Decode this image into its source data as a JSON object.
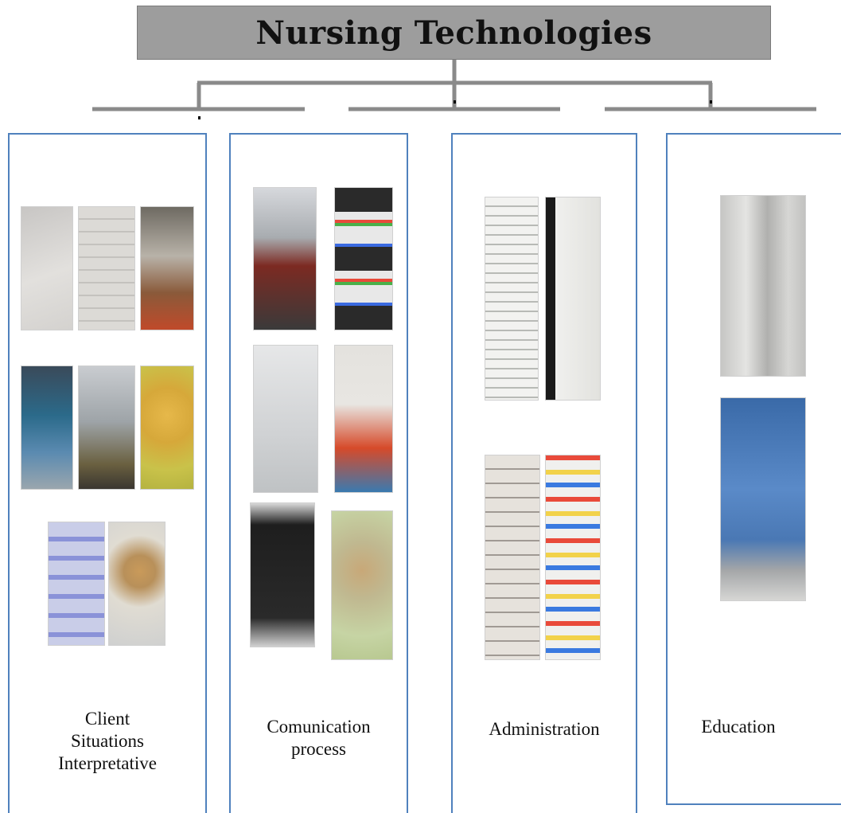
{
  "title": "Nursing Technologies",
  "columns": [
    {
      "label_lines": [
        "Client",
        "Situations",
        "Interpretative"
      ],
      "photo_count": 8
    },
    {
      "label_lines": [
        "Comunication",
        "process"
      ],
      "photo_count": 6
    },
    {
      "label_lines": [
        "Administration"
      ],
      "photo_count": 4
    },
    {
      "label_lines": [
        "Education"
      ],
      "photo_count": 2
    }
  ],
  "colors": {
    "title_bg": "#9d9d9d",
    "connector": "#8a8a8a",
    "column_border": "#4f81bd"
  }
}
